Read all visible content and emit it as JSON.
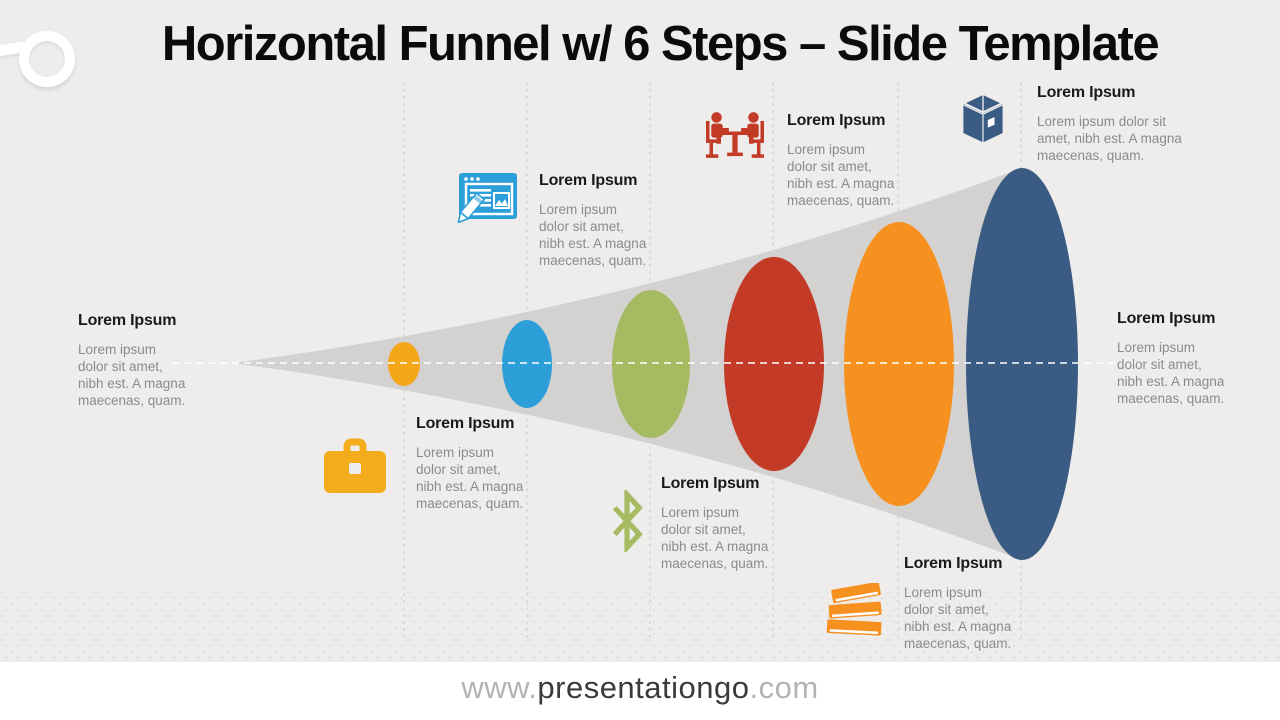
{
  "slide": {
    "title": "Horizontal Funnel w/ 6 Steps – Slide Template",
    "footer": {
      "prefix": "www.",
      "brand": "presentationgo",
      "suffix": ".com"
    }
  },
  "palette": {
    "background": "#EEEDEB",
    "title_color": "#0B0B0B",
    "heading_color": "#1A1A1A",
    "body_color": "#8C8B89",
    "footer_gray": "#B4B3B1",
    "footer_dark": "#3C3B39",
    "texture_dot": "#DEDDDB"
  },
  "funnel": {
    "cone_color": "#D3D2D0",
    "axis_color": "#FFFFFF",
    "guide_color": "#CBCAC8",
    "steps": [
      {
        "name": "step-1",
        "color": "#F5A71A"
      },
      {
        "name": "step-2",
        "color": "#2C9FD8"
      },
      {
        "name": "step-3",
        "color": "#A6BA62"
      },
      {
        "name": "step-4",
        "color": "#C33A26"
      },
      {
        "name": "step-5",
        "color": "#F69120"
      },
      {
        "name": "step-6",
        "color": "#3A5C84"
      }
    ]
  },
  "blocks": {
    "tip": {
      "title": "Lorem Ipsum",
      "body": "Lorem ipsum\ndolor sit amet,\nnibh est. A magna\nmaecenas, quam."
    },
    "briefcase": {
      "title": "Lorem Ipsum",
      "body": "Lorem ipsum\ndolor sit amet,\nnibh est. A magna\nmaecenas, quam.",
      "icon": "briefcase-icon",
      "color": "#F3AC1C"
    },
    "blog": {
      "title": "Lorem Ipsum",
      "body": "Lorem ipsum\ndolor sit amet,\nnibh est. A magna\nmaecenas, quam.",
      "icon": "blog-icon",
      "color": "#2C9FD8"
    },
    "bluetooth": {
      "title": "Lorem Ipsum",
      "body": "Lorem ipsum\ndolor sit amet,\nnibh est. A magna\nmaecenas, quam.",
      "icon": "bluetooth-icon",
      "color": "#A6BA62"
    },
    "meeting": {
      "title": "Lorem Ipsum",
      "body": "Lorem ipsum\ndolor sit amet,\nnibh est. A magna\nmaecenas, quam.",
      "icon": "meeting-icon",
      "color": "#C33A26"
    },
    "books": {
      "title": "Lorem Ipsum",
      "body": "Lorem ipsum\ndolor sit amet,\nnibh est. A magna\nmaecenas, quam.",
      "icon": "books-icon",
      "color": "#F69120"
    },
    "box": {
      "title": "Lorem Ipsum",
      "body": "Lorem ipsum  dolor sit\namet, nibh est. A magna\nmaecenas, quam.",
      "icon": "box-icon",
      "color": "#3A5C84"
    },
    "mouth": {
      "title": "Lorem Ipsum",
      "body": "Lorem ipsum\ndolor sit amet,\nnibh est. A magna\nmaecenas, quam."
    }
  }
}
